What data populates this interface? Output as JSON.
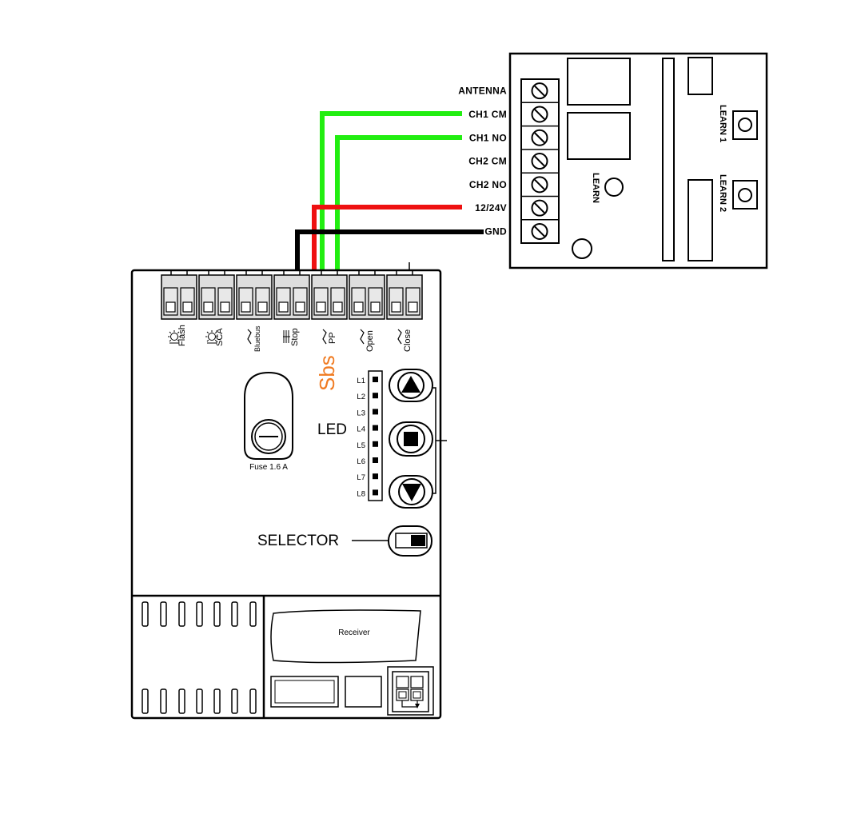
{
  "colors": {
    "ch1": "#22ee11",
    "power": "#ee1111",
    "ground": "#000000",
    "brand": "#f07b22"
  },
  "receiver_module": {
    "terminals": [
      "ANTENNA",
      "CH1 CM",
      "CH1 NO",
      "CH2 CM",
      "CH2 NO",
      "12/24V",
      "GND"
    ],
    "learn_label": "LEARN",
    "learn1_label": "LEARN 1",
    "learn2_label": "LEARN 2"
  },
  "control_board": {
    "terminal_labels": [
      "Flash",
      "SCA",
      "Bluebus",
      "Stop",
      "PP",
      "Open",
      "Close"
    ],
    "brand_label": "Sbs",
    "fuse_label": "Fuse 1.6 A",
    "led_label": "LED",
    "leds": [
      "L1",
      "L2",
      "L3",
      "L4",
      "L5",
      "L6",
      "L7",
      "L8"
    ],
    "selector_label": "SELECTOR",
    "receiver_slot_label": "Receiver"
  }
}
